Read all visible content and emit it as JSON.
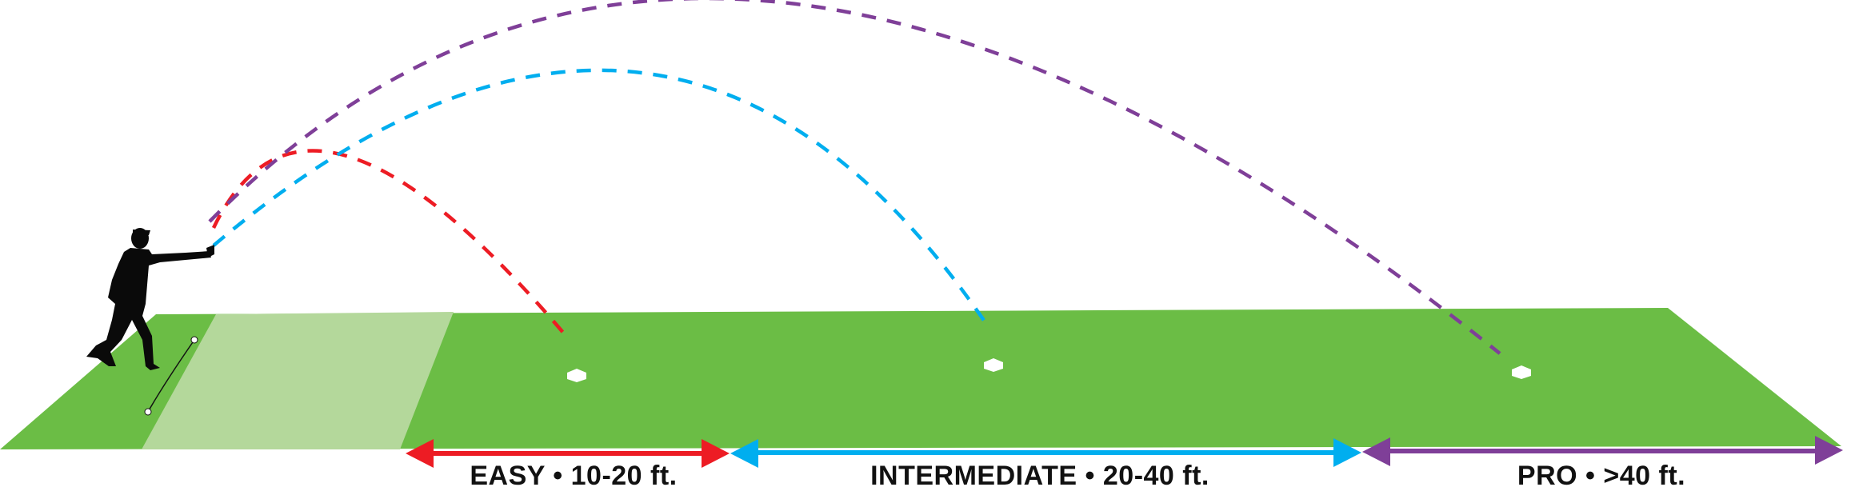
{
  "colors": {
    "field": "#6bbd45",
    "field_light": "#b4d89b",
    "easy": "#ed1c24",
    "intermediate": "#00aeef",
    "pro": "#7f3f98",
    "silhouette": "#0a0a0a"
  },
  "zones": [
    {
      "id": "easy",
      "label": "EASY • 10-20 ft."
    },
    {
      "id": "intermediate",
      "label": "INTERMEDIATE • 20-40 ft."
    },
    {
      "id": "pro",
      "label": "PRO • >40 ft."
    }
  ],
  "icons": {
    "thrower": "person-throwing-silhouette",
    "targets": "home-plate-marker"
  }
}
